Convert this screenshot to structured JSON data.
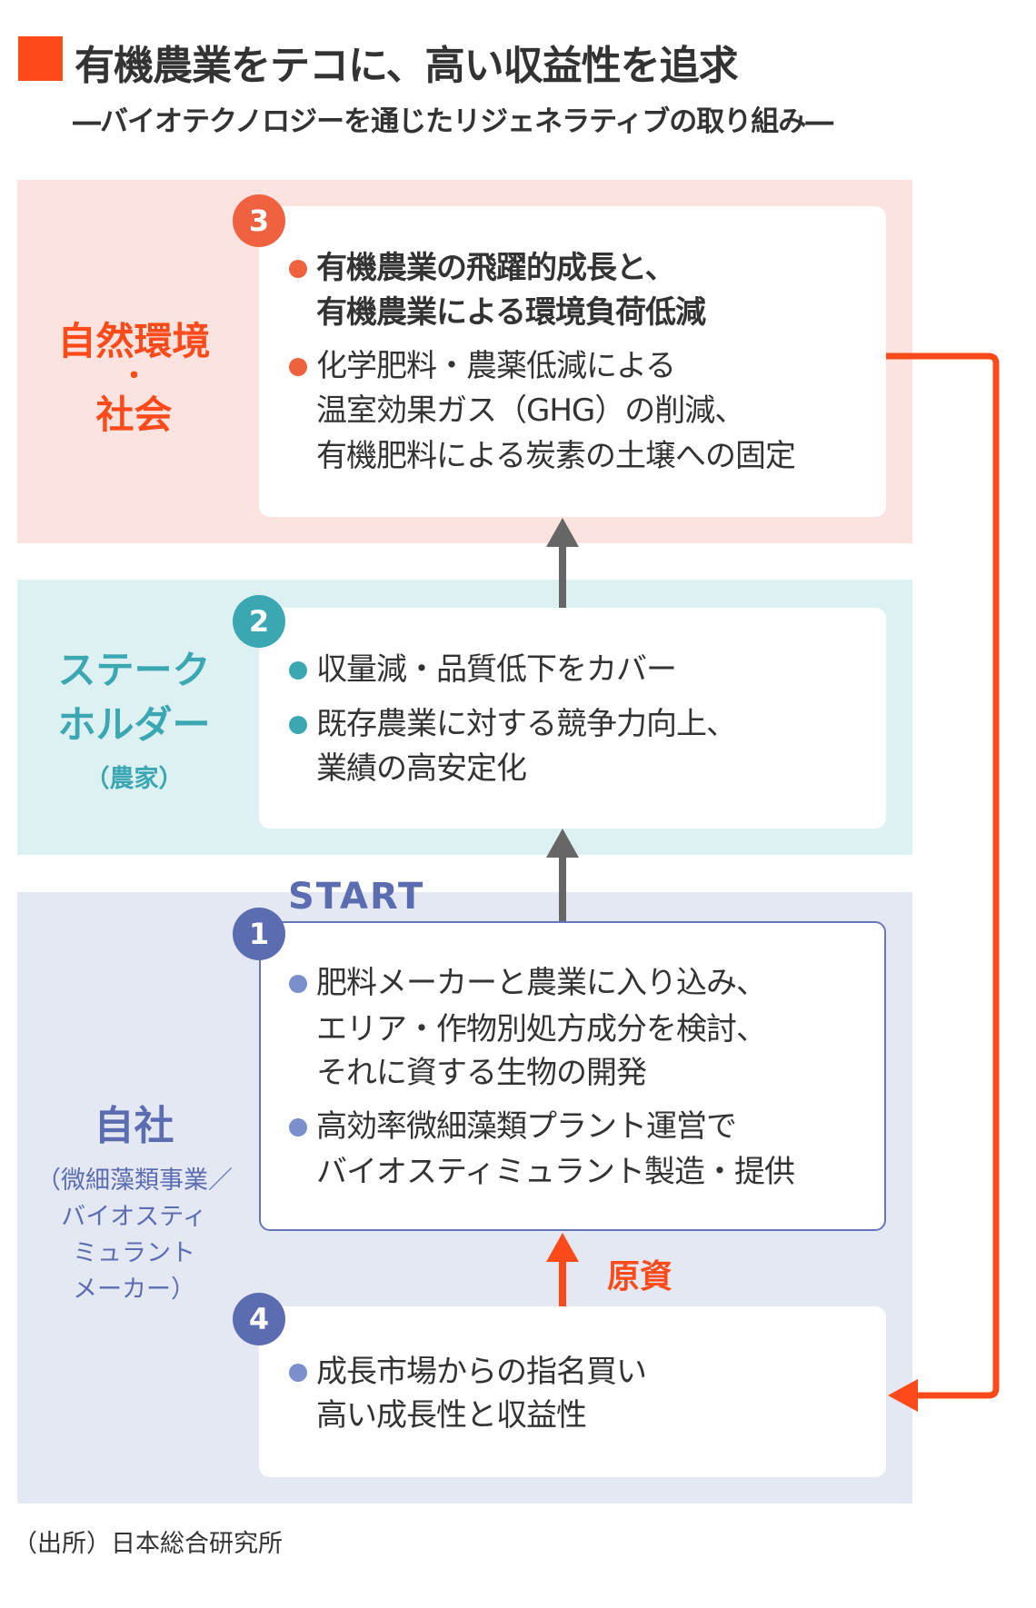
{
  "header": {
    "title": "有機農業をテコに、高い収益性を追求",
    "subtitle": "―バイオテクノロジーを通じたリジェネラティブの取り組み―"
  },
  "colors": {
    "accent": "#fc4a1a",
    "teal": "#3aa7b2",
    "blue": "#5b6db0",
    "pink_bg": "#fde3df",
    "teal_bg": "#def1f2",
    "blue_bg": "#e4e8f3"
  },
  "sections": {
    "nature": {
      "label_lines": [
        "自然環境",
        "・",
        "社会"
      ],
      "badge": "3",
      "lines": [
        "有機農業の飛躍的成長と、",
        "有機農業による環境負荷低減",
        "化学肥料・農薬低減による",
        "温室効果ガス（GHG）の削減、",
        "有機肥料による炭素の土壌への固定"
      ]
    },
    "stakeholder": {
      "label_lines": [
        "ステーク",
        "ホルダー",
        "（農家）"
      ],
      "badge": "2",
      "lines": [
        "収量減・品質低下をカバー",
        "既存農業に対する競争力向上、",
        "業績の高安定化"
      ]
    },
    "company": {
      "label_lines": [
        "自社",
        "（微細藻類事業／",
        "バイオスティ",
        "ミュラント",
        "メーカー）"
      ],
      "start": "START",
      "badge": "1",
      "lines": [
        "肥料メーカーと農業に入り込み、",
        "エリア・作物別処方成分を検討、",
        "それに資する生物の開発",
        "高効率微細藻類プラント運営で",
        "バイオスティミュラント製造・提供"
      ],
      "badge4": "4",
      "funding": "原資",
      "lines4": [
        "成長市場からの指名買い",
        "高い成長性と収益性"
      ]
    }
  },
  "footer": {
    "source": "（出所）日本総合研究所"
  }
}
